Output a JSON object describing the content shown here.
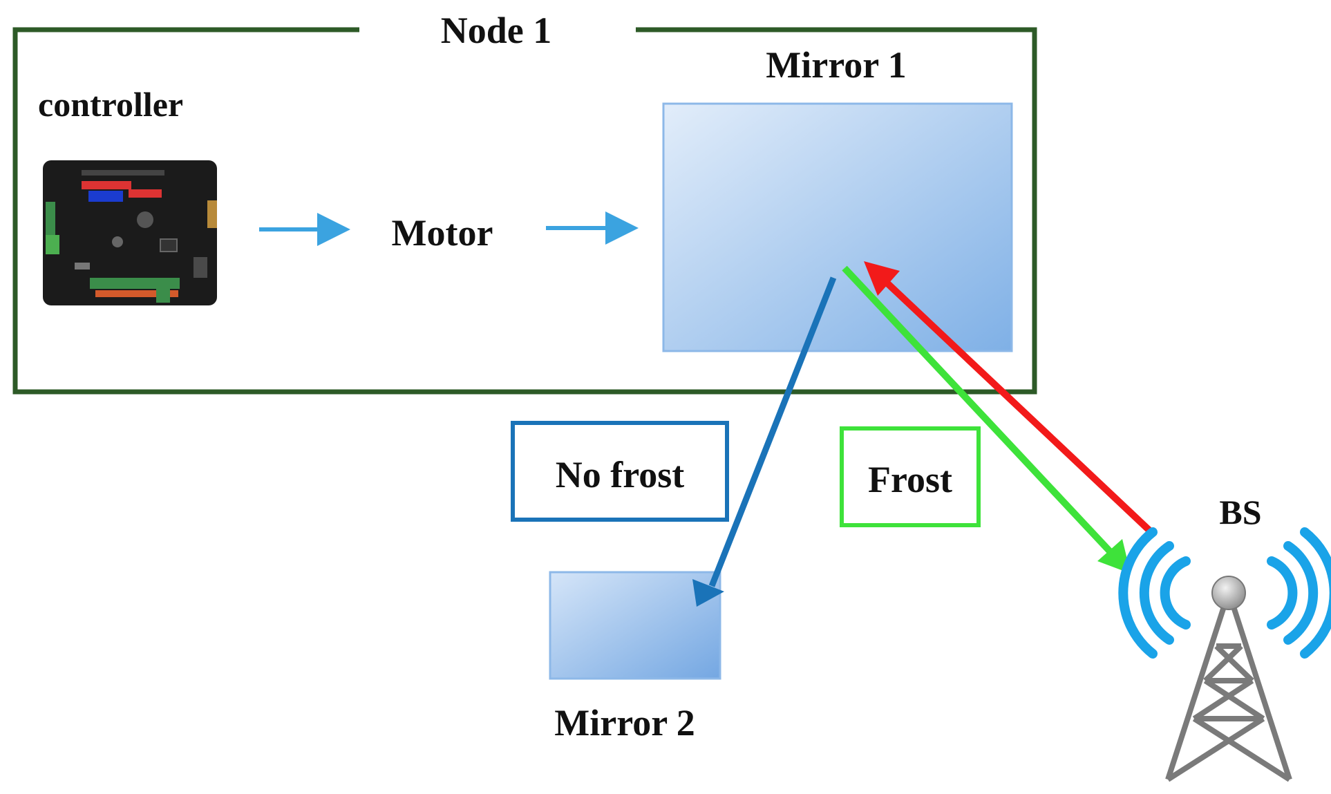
{
  "node": {
    "title": "Node 1"
  },
  "controller": {
    "label": "controller"
  },
  "motor": {
    "label": "Motor"
  },
  "mirror1": {
    "label": "Mirror 1"
  },
  "mirror2": {
    "label": "Mirror 2"
  },
  "status": {
    "no_frost": "No frost",
    "frost": "Frost"
  },
  "base_station": {
    "label": "BS"
  },
  "colors": {
    "frame": "#2d5a27",
    "flow_arrow": "#3ba3e0",
    "no_frost": "#1a73b8",
    "frost": "#3ee23a",
    "incoming": "#f21a1a",
    "mirror_light": "#d6e6f8",
    "mirror_dark": "#7fb0e6",
    "tower": "#7a7a7a"
  },
  "icons": {
    "controller": "circuit-board-icon",
    "base_station": "radio-tower-icon"
  }
}
